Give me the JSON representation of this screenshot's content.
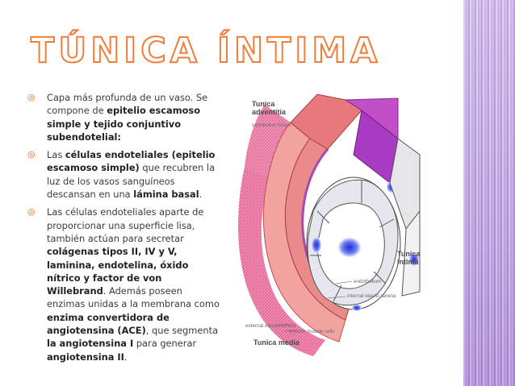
{
  "title": "TÚNICA ÍNTIMA",
  "colors": {
    "accent": "#f07d3a",
    "stripe": "#b9a0dd",
    "text": "#3b3b3b"
  },
  "bullet_icon": "target-bullet-icon",
  "bullets": [
    {
      "runs": [
        {
          "t": "Capa más profunda de un vaso. Se compone de ",
          "b": false
        },
        {
          "t": "epitelio escamoso simple y tejido conjuntivo subendotelial:",
          "b": true
        }
      ]
    },
    {
      "runs": [
        {
          "t": "Las ",
          "b": false
        },
        {
          "t": "células endoteliales (epitelio escamoso simple)",
          "b": true
        },
        {
          "t": " que recubren la luz de los vasos sanguíneos descansan en una ",
          "b": false
        },
        {
          "t": "lámina basal",
          "b": true
        },
        {
          "t": ".",
          "b": false
        }
      ]
    },
    {
      "runs": [
        {
          "t": "Las células endoteliales aparte de proporcionar una superficie lisa, también actúan para secretar ",
          "b": false
        },
        {
          "t": "colágenas tipos II, IV y V, laminina, endotelina, óxido nítrico y factor de von Willebrand",
          "b": true
        },
        {
          "t": ". Además poseen enzimas unidas a la membrana como ",
          "b": false
        },
        {
          "t": "enzima convertidora de angiotensina (ACE)",
          "b": true
        },
        {
          "t": ", que segmenta ",
          "b": false
        },
        {
          "t": "la angiotensina I",
          "b": true
        },
        {
          "t": " para generar ",
          "b": false
        },
        {
          "t": "angiotensina II",
          "b": true
        },
        {
          "t": ".",
          "b": false
        }
      ]
    }
  ],
  "figure": {
    "adventitia": "Tunica\nadventitia",
    "connective": "connective tissue",
    "intima": "Tunica\nintima",
    "endothelium": "endothelium",
    "internal_lamina": "internal elastic lamina",
    "external_lamina": "external elastic lamina",
    "smooth_muscle": "smooth muscle cells",
    "media": "Tunica media"
  }
}
